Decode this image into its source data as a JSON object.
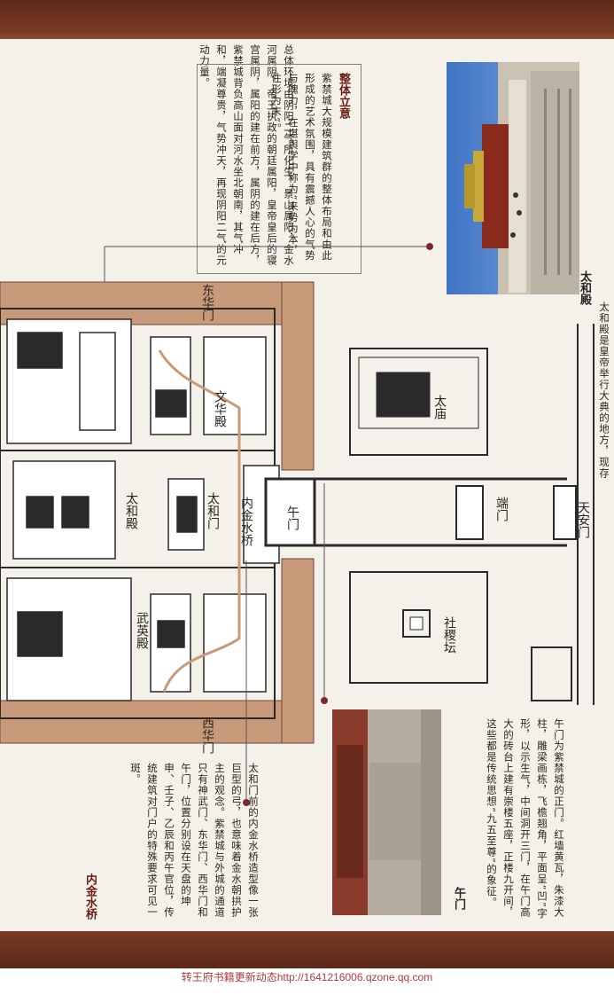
{
  "overview": {
    "text": "总体环境由阴阳二气所化生，景山属阳，金水河属阴，帝王执政的朝廷属阳，皇帝皇后的寝宫属阴，属阳的建在前方，属阴的建在后方，紫禁城背负高山面对河水坐北朝南，其气冲和，端凝尊贵，气势冲天，再现阴阳二气的元动力量。"
  },
  "concept": {
    "heading": "整体立意",
    "text": "紫禁城大规模建筑群的整体布局和由此形成的艺术氛围，具有震撼人心的气势与魄力，在堪舆学中称为“来势为本，住形为末”。"
  },
  "photo_taihe": {
    "caption": "太和殿",
    "text": "太和殿是皇帝举行大典的地方，现存"
  },
  "map": {
    "labels": {
      "donghuamen": "东华门",
      "xihuamen": "西华门",
      "wenhua": "文华殿",
      "wuying": "武英殿",
      "taihedian": "太和殿",
      "taihemen": "太和门",
      "jinshuiqiao": "内金水桥",
      "wumen": "午门",
      "duanmen": "端门",
      "tiananmen": "天安门",
      "taimiao": "太庙",
      "shejitan": "社稷坛"
    }
  },
  "bridge": {
    "heading": "内金水桥",
    "text": "太和门前的内金水桥造型像一张巨型的弓，也意味着金水朝拱护主的观念。紫禁城与外城的通道只有神武门、东华门、西华门和午门，位置分别设在天盘的坤申、壬子、乙辰和丙午官位，传统建筑对门户的特殊要求可见一斑。"
  },
  "photo_wumen": {
    "caption": "午门",
    "text": "午门为紫禁城的正门。红墙黄瓦，朱漆大柱，雕梁画栋，飞檐翘角，平面呈“凹”字形，以示生气，中间洞开三门，在午门高大的砖台上建有崇楼五座，正楼九开间，这些都是传统思想“九五至尊”的象征。"
  },
  "watermark": "转王府书籍更新动态http://1641216006.qzone.qq.com",
  "colors": {
    "band": "#6b3220",
    "wall": "#c99a7a",
    "map_line": "#2a2a2a",
    "marker": "#7a2a2a"
  }
}
